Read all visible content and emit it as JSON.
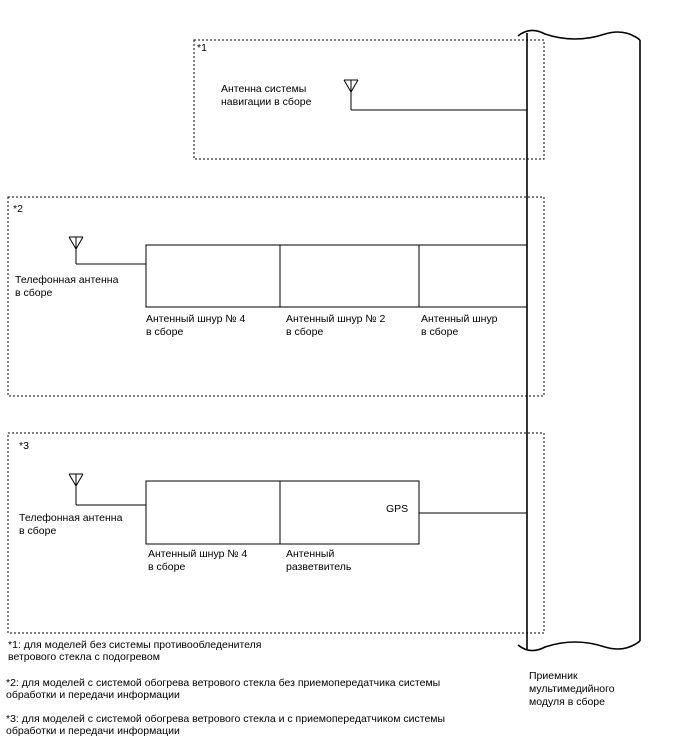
{
  "box1": {
    "marker": "*1",
    "nav_antenna": [
      "Антенна системы",
      "навигации в сборе"
    ]
  },
  "box2": {
    "marker": "*2",
    "phone_antenna": [
      "Телефонная антенна",
      "в сборе"
    ],
    "cord_a": [
      "Антенный шнур № 4",
      "в сборе"
    ],
    "cord_b": [
      "Антенный шнур № 2",
      "в сборе"
    ],
    "cord_c": [
      "Антенный шнур",
      "в сборе"
    ]
  },
  "box3": {
    "marker": "*3",
    "phone_antenna": [
      "Телефонная антенна",
      "в сборе"
    ],
    "gps_label": "GPS",
    "cord_a": [
      "Антенный шнур № 4",
      "в сборе"
    ],
    "splitter": [
      "Антенный",
      "разветвитель"
    ]
  },
  "receiver": [
    "Приемник",
    "мультимедийного",
    "модуля в сборе"
  ],
  "notes": [
    [
      "*1: для моделей без системы противообледенителя",
      "ветрового стекла с подогревом"
    ],
    [
      "*2: для моделей с системой обогрева ветрового стекла без приемопередатчика системы",
      "обработки и передачи информации"
    ],
    [
      "*3: для моделей с системой обогрева ветрового стекла и с приемопередатчиком системы",
      "обработки и передачи информации"
    ]
  ]
}
